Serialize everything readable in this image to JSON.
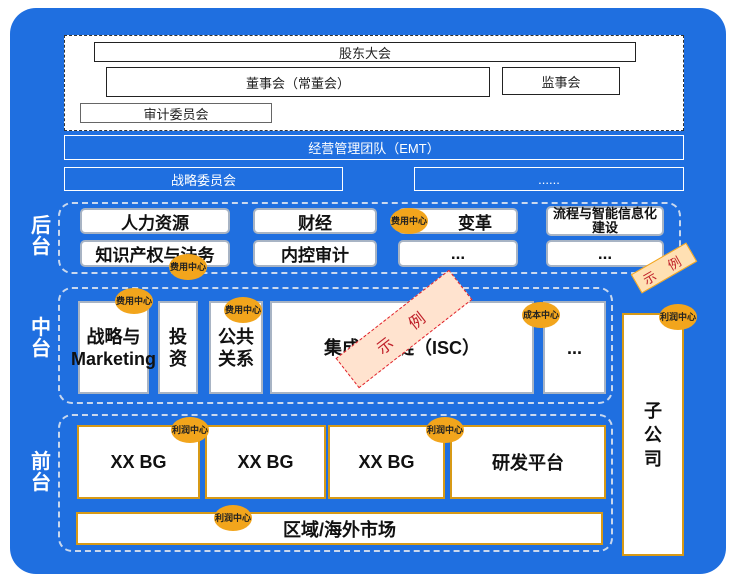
{
  "governance": {
    "shareholders": "股东大会",
    "board": "董事会（常董会）",
    "supervisory": "监事会",
    "audit": "审计委员会"
  },
  "emt": "经营管理团队（EMT）",
  "strategy_committee": "战略委员会",
  "ellipsis_bar": "......",
  "tiers": {
    "back": "后台",
    "middle": "中台",
    "front": "前台"
  },
  "back": {
    "hr": "人力资源",
    "finance": "财经",
    "reform": "变革",
    "it": "流程与智能信息化建设",
    "ip_legal": "知识产权与法务",
    "internal_audit": "内控审计",
    "more1": "...",
    "more2": "..."
  },
  "middle": {
    "strategy": "战略与Marketing",
    "invest": "投资",
    "pr": "公共关系",
    "isc": "集成供应链（ISC）",
    "more": "..."
  },
  "front": {
    "bg1": "XX BG",
    "bg2": "XX BG",
    "bg3": "XX BG",
    "rd": "研发平台",
    "region": "区域/海外市场"
  },
  "subsidiary": "子公司",
  "badges": {
    "cost_center": "费用中心",
    "profit_center": "利润中心",
    "costing_center": "成本中心"
  },
  "stamps": {
    "example_large": "示 例",
    "example_small": "示 例"
  }
}
